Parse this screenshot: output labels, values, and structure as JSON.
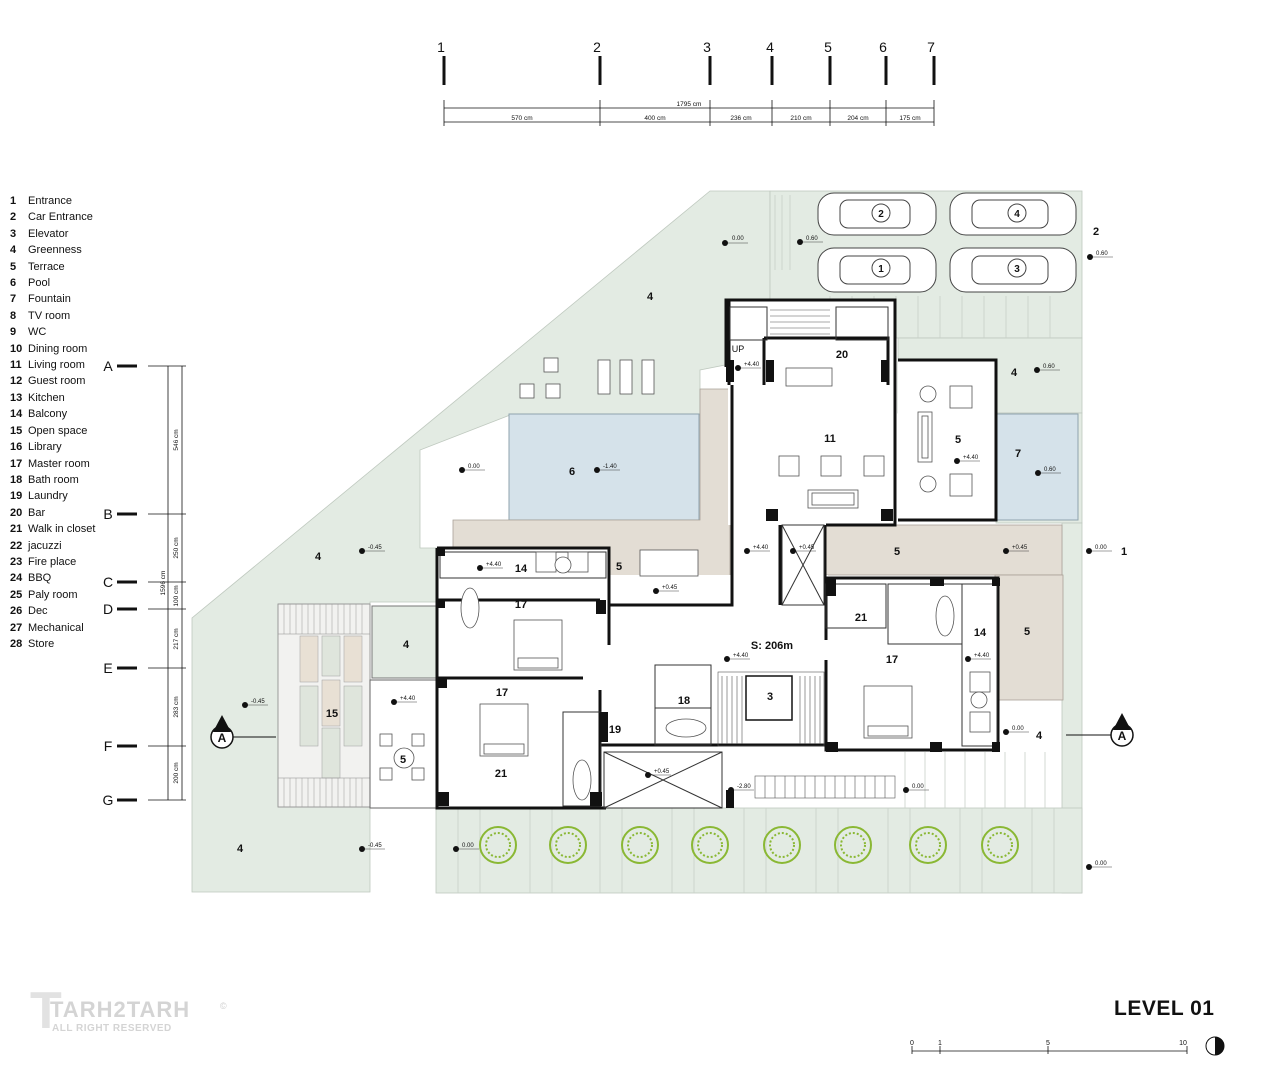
{
  "title": "LEVEL 01",
  "area_label": "S: 206m",
  "watermark": {
    "main": "TARH2TARH",
    "sub": "ALL RIGHT RESERVED",
    "registered": "©"
  },
  "legend": [
    {
      "num": "1",
      "label": "Entrance"
    },
    {
      "num": "2",
      "label": "Car Entrance"
    },
    {
      "num": "3",
      "label": "Elevator"
    },
    {
      "num": "4",
      "label": "Greenness"
    },
    {
      "num": "5",
      "label": "Terrace"
    },
    {
      "num": "6",
      "label": "Pool"
    },
    {
      "num": "7",
      "label": "Fountain"
    },
    {
      "num": "8",
      "label": "TV room"
    },
    {
      "num": "9",
      "label": "WC"
    },
    {
      "num": "10",
      "label": "Dining room"
    },
    {
      "num": "11",
      "label": "Living room"
    },
    {
      "num": "12",
      "label": "Guest room"
    },
    {
      "num": "13",
      "label": "Kitchen"
    },
    {
      "num": "14",
      "label": "Balcony"
    },
    {
      "num": "15",
      "label": "Open space"
    },
    {
      "num": "16",
      "label": "Library"
    },
    {
      "num": "17",
      "label": "Master room"
    },
    {
      "num": "18",
      "label": "Bath room"
    },
    {
      "num": "19",
      "label": "Laundry"
    },
    {
      "num": "20",
      "label": "Bar"
    },
    {
      "num": "21",
      "label": "Walk in closet"
    },
    {
      "num": "22",
      "label": "jacuzzi"
    },
    {
      "num": "23",
      "label": "Fire place"
    },
    {
      "num": "24",
      "label": "BBQ"
    },
    {
      "num": "25",
      "label": "Paly room"
    },
    {
      "num": "26",
      "label": "Dec"
    },
    {
      "num": "27",
      "label": "Mechanical"
    },
    {
      "num": "28",
      "label": "Store"
    }
  ],
  "grid_columns": {
    "labels": [
      "1",
      "2",
      "3",
      "4",
      "5",
      "6",
      "7"
    ],
    "total": "1795 cm",
    "spans": [
      "570 cm",
      "400 cm",
      "236 cm",
      "210 cm",
      "204 cm",
      "175 cm"
    ]
  },
  "grid_rows": {
    "labels": [
      "A",
      "B",
      "C",
      "D",
      "E",
      "F",
      "G"
    ],
    "total": "1596 cm",
    "spans": [
      "546 cm",
      "250 cm",
      "100 cm",
      "217 cm",
      "283 cm",
      "200 cm"
    ]
  },
  "scale_bar": {
    "ticks": [
      "0",
      "1",
      "5",
      "10"
    ]
  },
  "section_marker": "A",
  "room_labels": {
    "pool": "6",
    "fountain": "7",
    "living": "11",
    "bar": "20",
    "terrace_tv": "5",
    "green_top": "4",
    "green_right_top": "4",
    "green_left": "4",
    "green_bottom_left": "4",
    "green_right_bottom": "4",
    "green_small": "4",
    "balcony_left": "14",
    "terrace_dining": "5",
    "terrace_mid": "5",
    "terrace_right": "5",
    "master_left": "17",
    "master_right": "17",
    "master_lower": "17",
    "closet_right": "21",
    "balcony_right": "14",
    "bath": "18",
    "elevator": "3",
    "laundry": "19",
    "closet_lower": "21",
    "open_space": "15",
    "deck_terrace": "5",
    "entrance": "1",
    "car_entrance": "2",
    "stair_up": "UP"
  },
  "cars": [
    "2",
    "4",
    "1",
    "3"
  ],
  "elevations": {
    "e1": "0.00",
    "e2": "0.60",
    "e3": "0.60",
    "e4": "+4.40",
    "e5": "0.60",
    "e6": "0.00",
    "e7": "-1.40",
    "e8": "+4.40",
    "e9": "0.60",
    "e10": "-0.45",
    "e11": "+4.40",
    "e12": "+0.45",
    "e13": "+4.40",
    "e14": "+0.45",
    "e15": "0.00",
    "e16": "+0.45",
    "e17": "+4.40",
    "e18": "+4.40",
    "e19": "-0.45",
    "e20": "+4.40",
    "e21": "0.00",
    "e22": "+0.45",
    "e23": "-2.80",
    "e24": "0.00",
    "e25": "-0.45",
    "e26": "0.00",
    "e27": "0.00"
  }
}
